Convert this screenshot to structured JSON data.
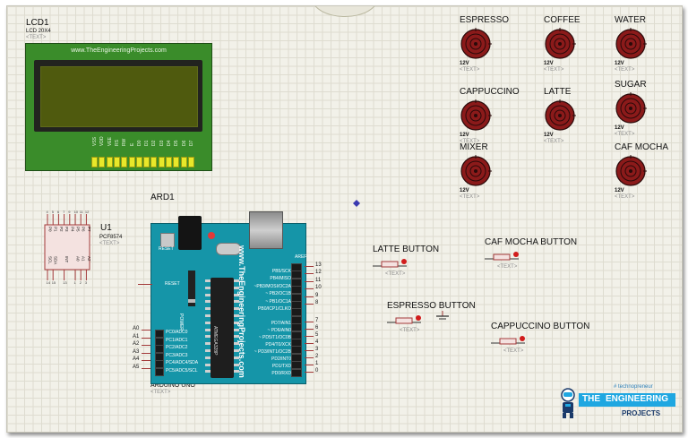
{
  "lcd": {
    "ref": "LCD1",
    "part": "LCD 20X4",
    "text": "<TEXT>",
    "website": "www.TheEngineeringProjects.com",
    "pins": [
      "VSS",
      "VDD",
      "VEE",
      "RS",
      "RW",
      "E",
      "D0",
      "D1",
      "D2",
      "D3",
      "D4",
      "D5",
      "D6",
      "D7"
    ]
  },
  "rtc": {
    "ref": "U1",
    "part": "PCF8574",
    "text": "<TEXT>",
    "top_pins": [
      "P0",
      "P1",
      "P2",
      "P3",
      "P4",
      "P5",
      "P6",
      "P7"
    ],
    "bottom_pins": [
      "SCL",
      "SDA",
      "",
      "INT",
      "",
      "A0",
      "A1",
      "A2"
    ]
  },
  "arduino": {
    "ref": "ARD1",
    "part": "ARDUINO UNO",
    "text": "<TEXT>",
    "vertical_site": "www.TheEngineeringProjects.com",
    "reset": "RESET",
    "aref": "AREF",
    "chip": "ATMEGA328P",
    "analog_labels": [
      "A0",
      "A1",
      "A2",
      "A3",
      "A4",
      "A5"
    ],
    "analog_pins": [
      "PC0/ADC0",
      "PC1/ADC1",
      "PC2/ADC2",
      "PC3/ADC3",
      "PC4/ADC4/SDA",
      "PC5/ADC5/SCL"
    ],
    "digital_top": [
      "PB5/SCK",
      "PB4/MISO",
      "~PB3/MOSI/OC2A",
      "~ PB2/OC1B",
      "~ PB1/OC1A",
      "PB0/ICP1/CLKO"
    ],
    "digital_top_nums": [
      "13",
      "12",
      "11",
      "10",
      "9",
      "8"
    ],
    "digital_bottom": [
      "PD7/AIN1",
      "~ PD6/AIN0",
      "~ PD5/T1/OC0B",
      "PD4/T0/XCK",
      "~ PD3/INT1/OC2B",
      "PD2/INT0",
      "PD1/TXD",
      "PD0/RXD"
    ],
    "digital_bottom_nums": [
      "7",
      "6",
      "5",
      "4",
      "3",
      "2",
      "1",
      "0"
    ],
    "power_text": "POWER"
  },
  "motors": [
    {
      "name": "ESPRESSO",
      "volt": "12V",
      "text": "<TEXT>"
    },
    {
      "name": "COFFEE",
      "volt": "12V",
      "text": "<TEXT>"
    },
    {
      "name": "WATER",
      "volt": "12V",
      "text": "<TEXT>"
    },
    {
      "name": "CAPPUCCINO",
      "volt": "12V",
      "text": "<TEXT>"
    },
    {
      "name": "LATTE",
      "volt": "12V",
      "text": "<TEXT>"
    },
    {
      "name": "SUGAR",
      "volt": "12V",
      "text": "<TEXT>"
    },
    {
      "name": "MIXER",
      "volt": "12V",
      "text": "<TEXT>"
    },
    {
      "name": "CAF MOCHA",
      "volt": "12V",
      "text": "<TEXT>"
    }
  ],
  "buttons": [
    {
      "name": "LATTE BUTTON",
      "text": "<TEXT>"
    },
    {
      "name": "CAF MOCHA BUTTON",
      "text": "<TEXT>"
    },
    {
      "name": "ESPRESSO BUTTON",
      "text": "<TEXT>"
    },
    {
      "name": "CAPPUCCINO BUTTON",
      "text": "<TEXT>"
    }
  ],
  "brand": {
    "tag": "# technopreneur",
    "the": "THE",
    "engineering": "ENGINEERING",
    "projects": "PROJECTS"
  },
  "colors": {
    "canvas": "#f2f1e9",
    "lcd_board": "#3a8c2a",
    "lcd_screen": "#4f5a0e",
    "arduino_board": "#1595a8",
    "motor_fill": "#8b1a1a",
    "brand_blue": "#1fa7e1"
  }
}
